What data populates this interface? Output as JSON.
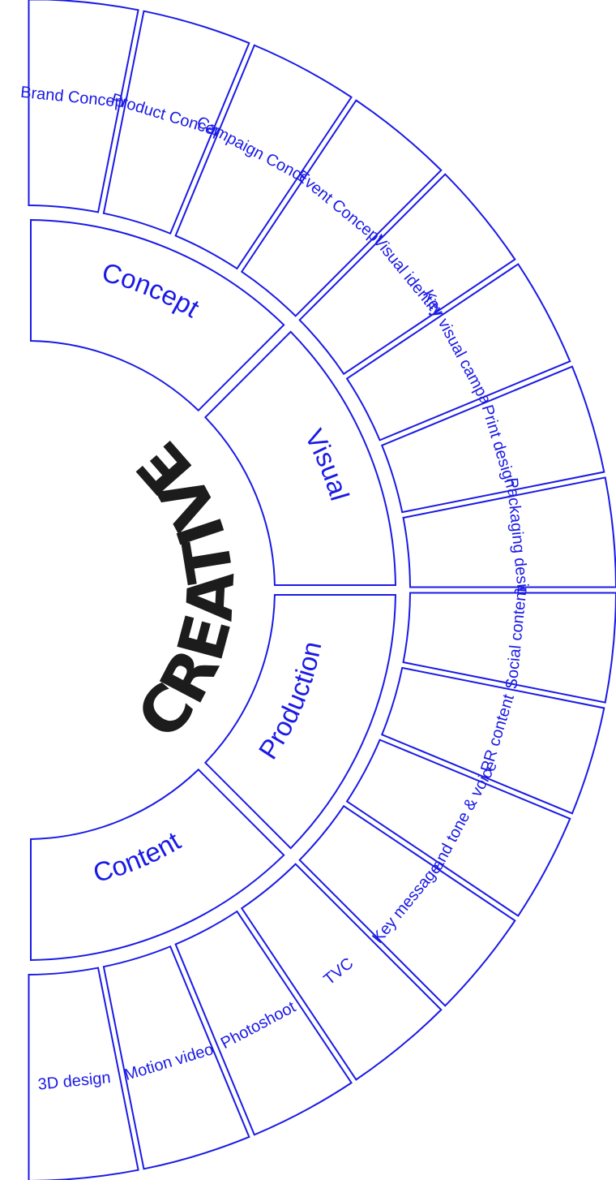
{
  "title": "CREATIVE",
  "colors": {
    "accent": "#1a1ae6",
    "title": "#1c1c1c",
    "background": "#ffffff"
  },
  "categories": [
    {
      "label": "Concept",
      "items": [
        "Brand Concept",
        "Product Concept",
        "Campaign Concept",
        "Event Concept"
      ]
    },
    {
      "label": "Visual",
      "items": [
        "Visual identity",
        "Key visual campaign",
        "Print design",
        "Packaging design"
      ]
    },
    {
      "label": "Production",
      "items": [
        "Social content",
        "PR content",
        "Brand tone & voice",
        "Key message"
      ]
    },
    {
      "label": "Content",
      "items": [
        "TVC",
        "Photoshoot",
        "Motion video",
        "3D design"
      ]
    }
  ]
}
